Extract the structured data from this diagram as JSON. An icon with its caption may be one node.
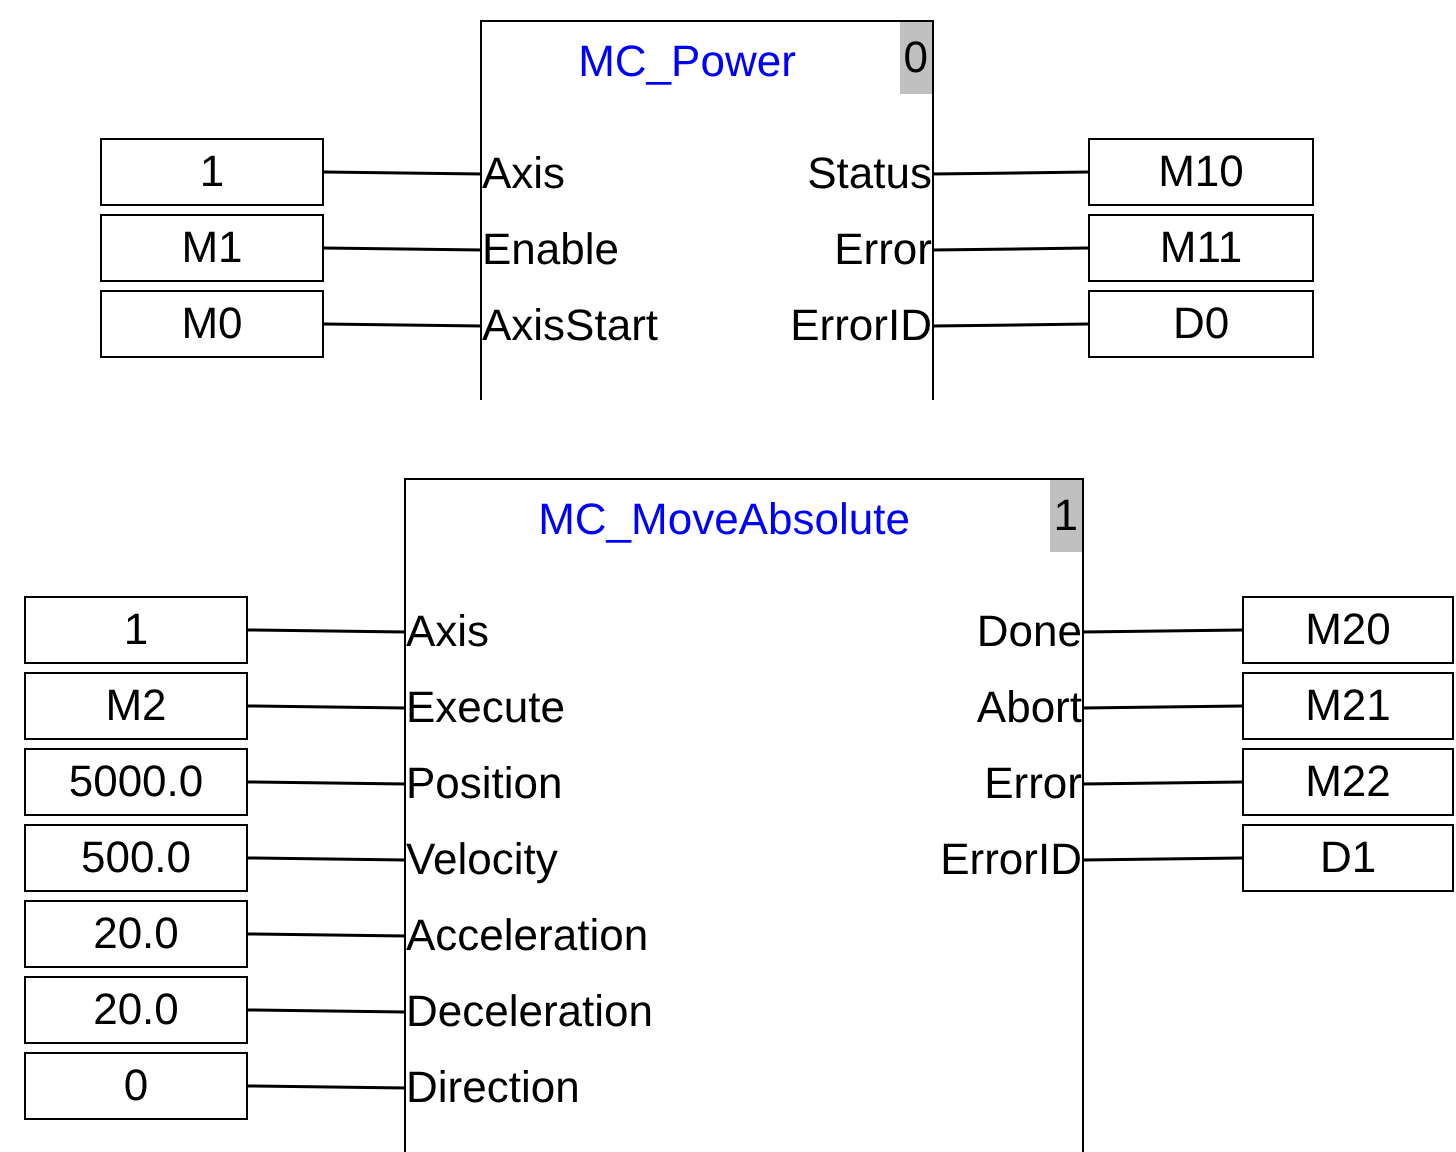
{
  "diagram": {
    "nodes": [
      {
        "text": [
          "MC_Power",
          "0"
        ]
      },
      {
        "text": [
          "Axis"
        ],
        "in": 0
      },
      {
        "text": [
          "Enable"
        ],
        "in": 0
      },
      {
        "text": [
          "AxisStart"
        ],
        "in": 0
      },
      {
        "text": [
          "Status"
        ],
        "in": 0
      },
      {
        "text": [
          "Error"
        ],
        "in": 0
      },
      {
        "text": [
          "ErrorID"
        ],
        "in": 0
      },
      {
        "text": [
          "1"
        ]
      },
      {
        "text": [
          "M1"
        ]
      },
      {
        "text": [
          "M0"
        ]
      },
      {
        "text": [
          "M10"
        ]
      },
      {
        "text": [
          "M11"
        ]
      },
      {
        "text": [
          "D0"
        ]
      },
      {
        "text": [
          "MC_MoveAbsolute",
          "1"
        ]
      },
      {
        "text": [
          "Axis"
        ],
        "in": 13
      },
      {
        "text": [
          "Execute"
        ],
        "in": 13
      },
      {
        "text": [
          "Position"
        ],
        "in": 13
      },
      {
        "text": [
          "Velocity"
        ],
        "in": 13
      },
      {
        "text": [
          "Acceleration"
        ],
        "in": 13
      },
      {
        "text": [
          "Deceleration"
        ],
        "in": 13
      },
      {
        "text": [
          "Direction"
        ],
        "in": 13
      },
      {
        "text": [
          "Done"
        ],
        "in": 13
      },
      {
        "text": [
          "Abort"
        ],
        "in": 13
      },
      {
        "text": [
          "Error"
        ],
        "in": 13
      },
      {
        "text": [
          "ErrorID"
        ],
        "in": 13
      },
      {
        "text": [
          "1"
        ]
      },
      {
        "text": [
          "M2"
        ]
      },
      {
        "text": [
          "5000.0"
        ]
      },
      {
        "text": [
          "500.0"
        ]
      },
      {
        "text": [
          "20.0"
        ]
      },
      {
        "text": [
          "20.0"
        ]
      },
      {
        "text": [
          "0"
        ]
      },
      {
        "text": [
          "M20"
        ]
      },
      {
        "text": [
          "M21"
        ]
      },
      {
        "text": [
          "M22"
        ]
      },
      {
        "text": [
          "D1"
        ]
      }
    ],
    "edges": [
      {
        "from": 7,
        "to": 1,
        "arrow": "none"
      },
      {
        "from": 8,
        "to": 2,
        "arrow": "none"
      },
      {
        "from": 9,
        "to": 3,
        "arrow": "none"
      },
      {
        "from": 4,
        "to": 10,
        "arrow": "none"
      },
      {
        "from": 5,
        "to": 11,
        "arrow": "none"
      },
      {
        "from": 6,
        "to": 12,
        "arrow": "none"
      },
      {
        "from": 25,
        "to": 14,
        "arrow": "none"
      },
      {
        "from": 26,
        "to": 15,
        "arrow": "none"
      },
      {
        "from": 27,
        "to": 16,
        "arrow": "none"
      },
      {
        "from": 28,
        "to": 17,
        "arrow": "none"
      },
      {
        "from": 29,
        "to": 18,
        "arrow": "none"
      },
      {
        "from": 30,
        "to": 19,
        "arrow": "none"
      },
      {
        "from": 31,
        "to": 20,
        "arrow": "none"
      },
      {
        "from": 21,
        "to": 32,
        "arrow": "none"
      },
      {
        "from": 22,
        "to": 33,
        "arrow": "none"
      },
      {
        "from": 23,
        "to": 34,
        "arrow": "none"
      },
      {
        "from": 24,
        "to": 35,
        "arrow": "none"
      }
    ]
  }
}
